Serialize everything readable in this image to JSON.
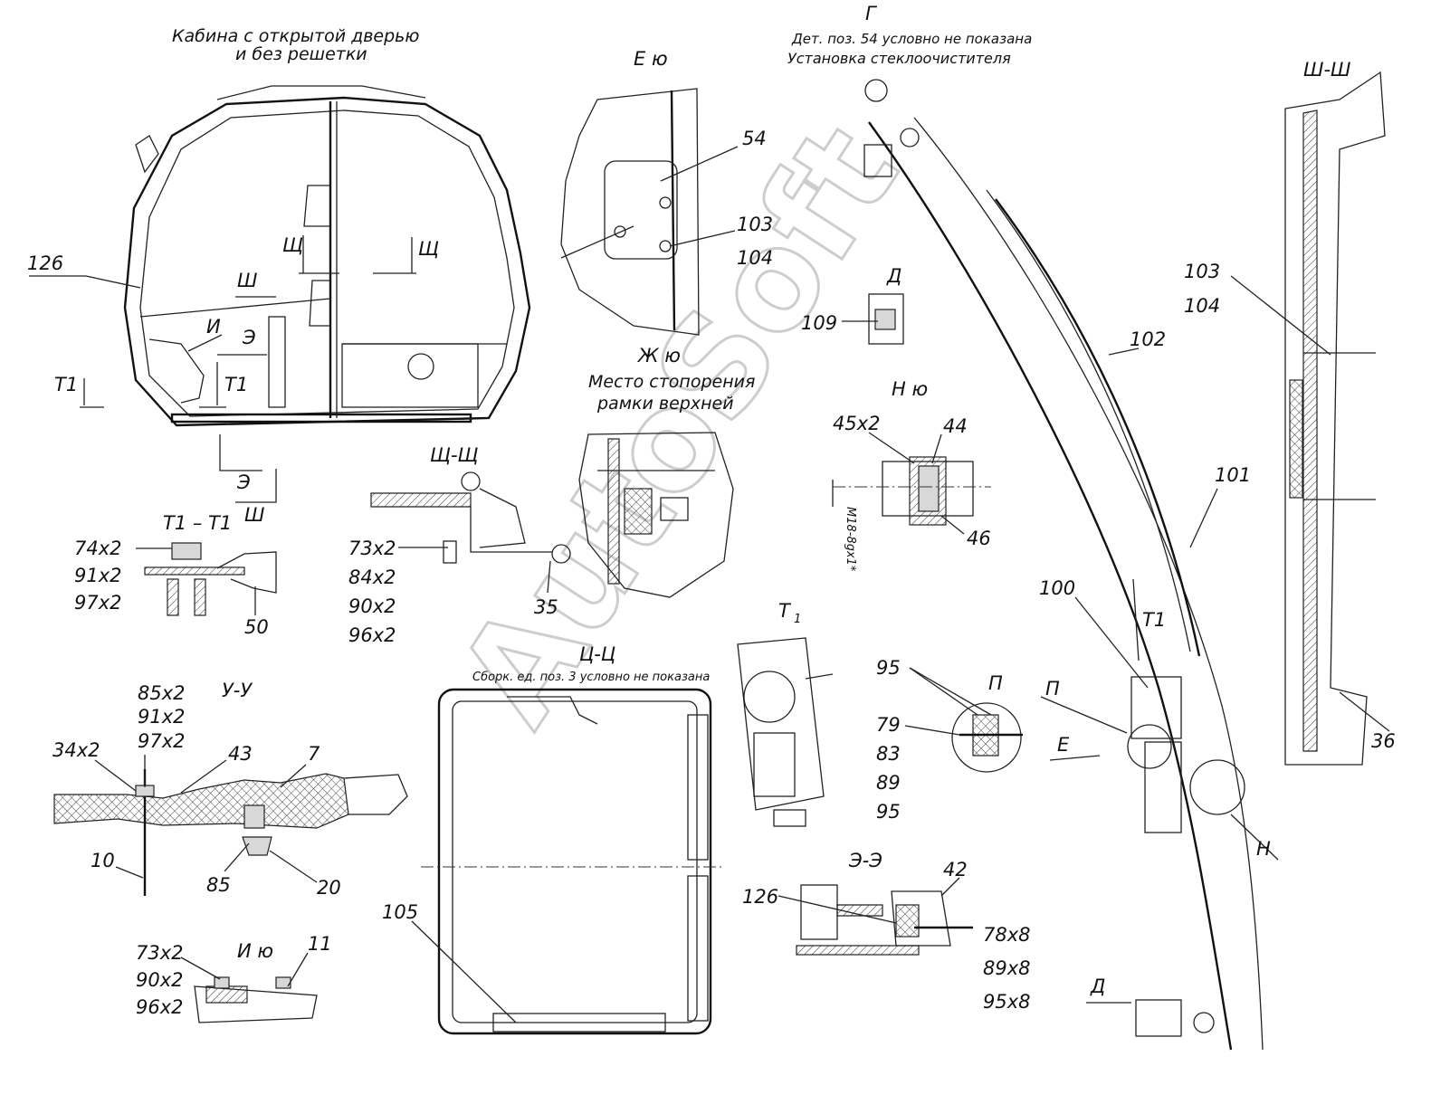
{
  "watermark": "AutoSoft",
  "views": {
    "cabin_title_1": "Кабина с открытой дверью",
    "cabin_title_2": "и без решетки",
    "g_letter": "Г",
    "g_note": "Дет. поз. 54 условно не показана",
    "g_caption": "Установка стеклоочистителя",
    "e_view": "Е ю",
    "zh_view": "Ж ю",
    "zh_caption_1": "Место стопорения",
    "zh_caption_2": "рамки верхней",
    "d_view": "Д",
    "n_view": "Н ю",
    "t1_t1": "Т1 – Т1",
    "shch_shch": "Щ-Щ",
    "u_u": "У-У",
    "i_view": "И ю",
    "ts_ts": "Ц-Ц",
    "ts_note": "Сборк. ед. поз. 3 условно не показана",
    "t1_view": "Т",
    "t1_sub": "1",
    "p_view": "П",
    "e_e": "Э-Э",
    "sh_sh": "Ш-Ш",
    "thread": "М18-8gx1*"
  },
  "cut_marks": {
    "shch_1": "Щ",
    "shch_2": "Щ",
    "sh_top": "Ш",
    "sh_bottom": "Ш",
    "i": "И",
    "e_top": "Э",
    "e_bottom": "Э",
    "t1_left": "Т1",
    "t1_mid": "Т1",
    "t1_right": "Т1",
    "p": "П",
    "e_arrow": "Е",
    "n": "Н",
    "d_arrow": "Д"
  },
  "callouts": {
    "c126a": "126",
    "c54": "54",
    "c103a": "103",
    "c104a": "104",
    "c109": "109",
    "c45x2": "45х2",
    "c44": "44",
    "c46": "46",
    "c102": "102",
    "c101": "101",
    "c100": "100",
    "c103b": "103",
    "c104b": "104",
    "c36": "36",
    "c74x2": "74х2",
    "c91x2a": "91х2",
    "c97x2a": "97х2",
    "c50": "50",
    "c73x2a": "73х2",
    "c84x2": "84х2",
    "c90x2a": "90х2",
    "c96x2a": "96х2",
    "c35": "35",
    "c85x2": "85х2",
    "c91x2b": "91х2",
    "c97x2b": "97х2",
    "c34x2": "34х2",
    "c43": "43",
    "c7": "7",
    "c10": "10",
    "c85": "85",
    "c20": "20",
    "c73x2b": "73х2",
    "c90x2b": "90х2",
    "c96x2b": "96х2",
    "c11": "11",
    "c105": "105",
    "c95a": "95",
    "c79": "79",
    "c83": "83",
    "c89": "89",
    "c95b": "95",
    "c126b": "126",
    "c42": "42",
    "c78x8": "78х8",
    "c89x8": "89х8",
    "c95x8": "95х8"
  }
}
